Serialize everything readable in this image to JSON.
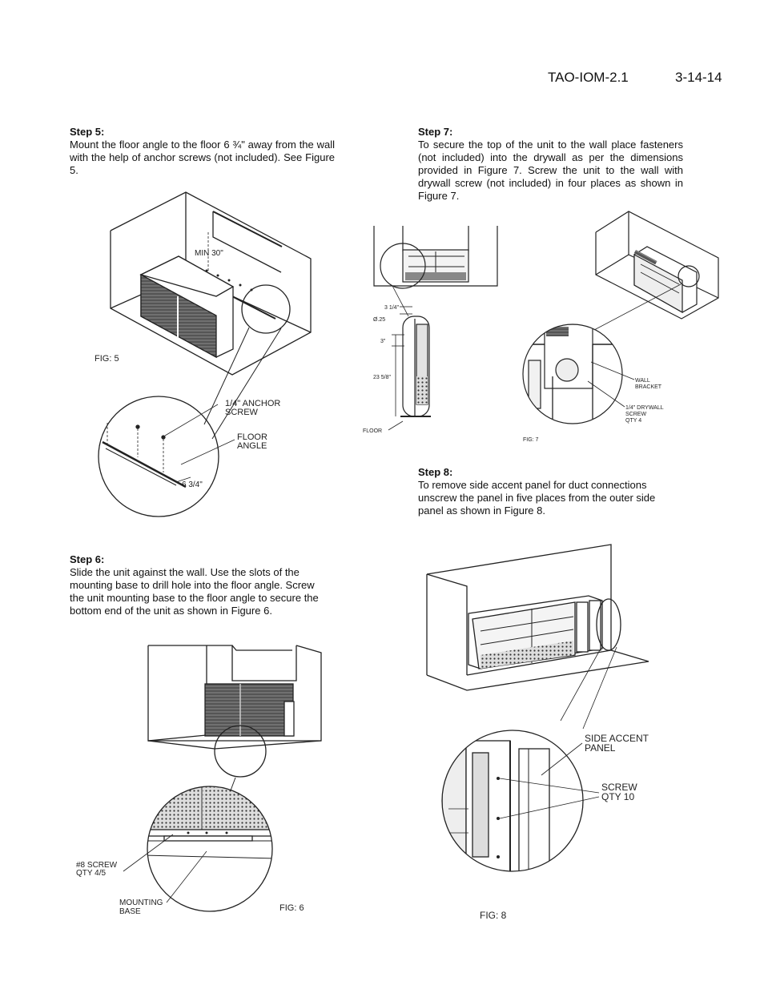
{
  "header": {
    "doc_id": "TAO-IOM-2.1",
    "date": "3-14-14"
  },
  "step5": {
    "title": "Step 5:",
    "body": "Mount the floor angle to the floor 6 ¾\" away from the wall with the help of anchor screws (not included). See Figure 5."
  },
  "step6": {
    "title": "Step 6:",
    "body": "Slide the unit against the wall. Use the slots of the mounting base to drill hole into the floor angle. Screw the unit mounting base to the floor angle to secure the bottom end of the unit as shown in Figure 6."
  },
  "step7": {
    "title": "Step 7:",
    "body": "To secure the top of the unit to the wall place fasteners (not included) into the drywall as per the dimensions provided in Figure 7. Screw the unit to the wall with drywall screw (not included) in four places as shown in Figure 7."
  },
  "step8": {
    "title": "Step 8:",
    "body": "To remove side accent panel for duct connections unscrew the panel in five places from the outer side panel as shown in Figure 8."
  },
  "fig5": {
    "label": "FIG: 5",
    "min": "MIN 30\"",
    "anchor1": "1/4\" ANCHOR",
    "anchor2": "SCREW",
    "floor1": "FLOOR",
    "floor2": "ANGLE",
    "dim": "6 3/4\""
  },
  "fig6": {
    "label": "FIG: 6",
    "screw1": "#8 SCREW",
    "screw2": "QTY 4/5",
    "base1": "MOUNTING",
    "base2": "BASE"
  },
  "fig7": {
    "label": "FIG: 7",
    "d1": "3 1/4\"",
    "d2": "Ø.25",
    "d3": "3\"",
    "d4": "23 5/8\"",
    "floor": "FLOOR",
    "wb1": "WALL",
    "wb2": "BRACKET",
    "ds1": "1/4\" DRYWALL",
    "ds2": "SCREW",
    "ds3": "QTY 4"
  },
  "fig8": {
    "label": "FIG: 8",
    "panel1": "SIDE ACCENT",
    "panel2": "PANEL",
    "screw1": "SCREW",
    "screw2": "QTY 10"
  }
}
